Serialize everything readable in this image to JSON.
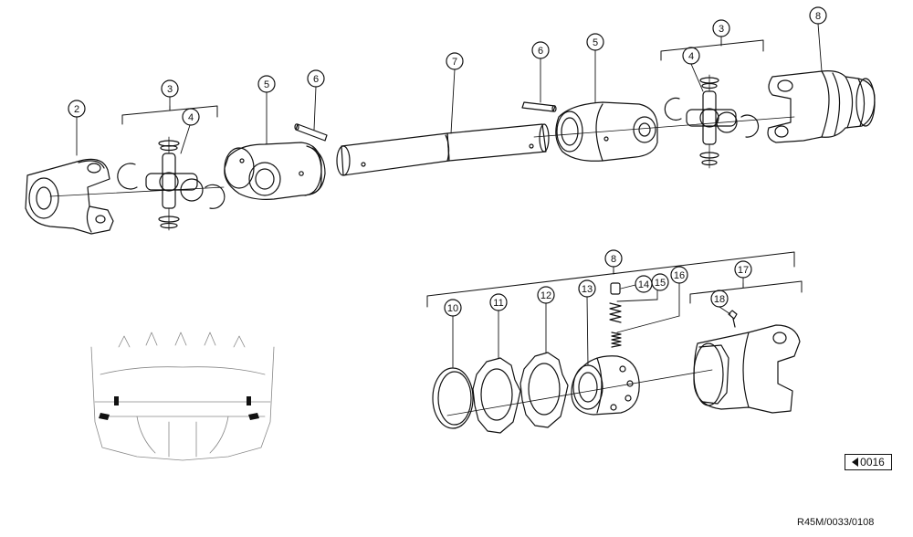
{
  "callouts": [
    {
      "id": "c2",
      "label": "2"
    },
    {
      "id": "c3a",
      "label": "3"
    },
    {
      "id": "c4a",
      "label": "4"
    },
    {
      "id": "c5a",
      "label": "5"
    },
    {
      "id": "c6a",
      "label": "6"
    },
    {
      "id": "c7",
      "label": "7"
    },
    {
      "id": "c6b",
      "label": "6"
    },
    {
      "id": "c5b",
      "label": "5"
    },
    {
      "id": "c3b",
      "label": "3"
    },
    {
      "id": "c4b",
      "label": "4"
    },
    {
      "id": "c8a",
      "label": "8"
    },
    {
      "id": "c8b",
      "label": "8"
    },
    {
      "id": "c10",
      "label": "10"
    },
    {
      "id": "c11",
      "label": "11"
    },
    {
      "id": "c12",
      "label": "12"
    },
    {
      "id": "c13",
      "label": "13"
    },
    {
      "id": "c14",
      "label": "14"
    },
    {
      "id": "c15",
      "label": "15"
    },
    {
      "id": "c16",
      "label": "16"
    },
    {
      "id": "c17",
      "label": "17"
    },
    {
      "id": "c18",
      "label": "18"
    }
  ],
  "page_code": "0016",
  "reference": "R45M/0033/0108"
}
